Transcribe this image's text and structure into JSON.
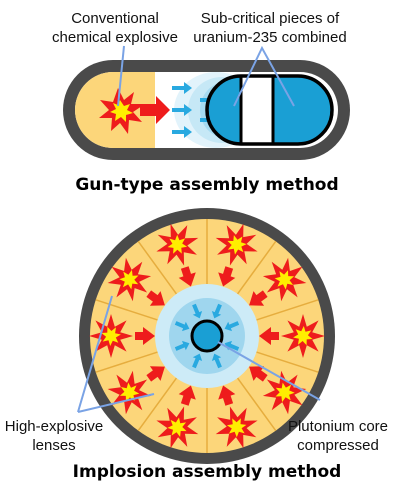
{
  "gun_type": {
    "title": "Gun-type assembly method",
    "label_explosive_line1": "Conventional",
    "label_explosive_line2": "chemical explosive",
    "label_uranium_line1": "Sub-critical pieces of",
    "label_uranium_line2": "uranium-235 combined"
  },
  "implosion": {
    "title": "Implosion assembly method",
    "label_lenses_line1": "High-explosive",
    "label_lenses_line2": "lenses",
    "label_core_line1": "Plutonium core",
    "label_core_line2": "compressed"
  },
  "colors": {
    "casing": "#4a4a4a",
    "explosive_fill": "#fcd67a",
    "blast_red": "#ee1c1c",
    "blast_yellow": "#ffee00",
    "shock_light": "#cdebf7",
    "shock_mid": "#9fd6ee",
    "uranium_blue": "#1a9fd4",
    "arrow_blue": "#29a9e0",
    "leader_line": "#7aa3e5"
  }
}
